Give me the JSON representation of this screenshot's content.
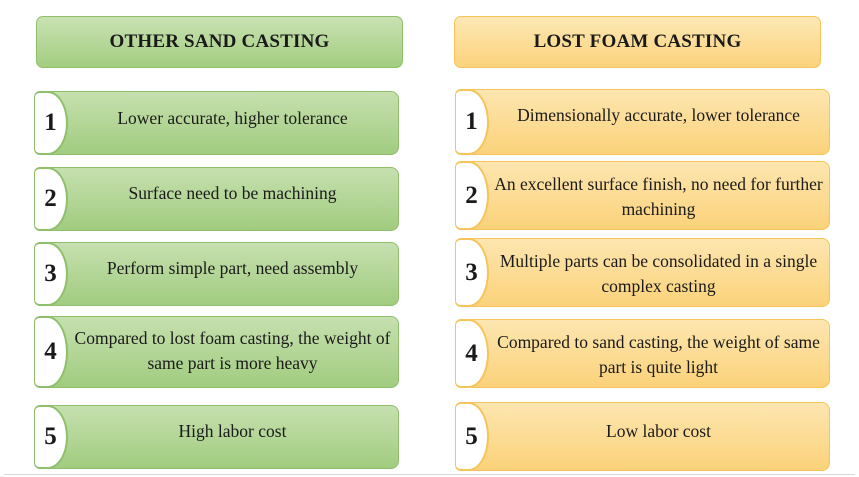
{
  "left": {
    "title": "OTHER SAND CASTING",
    "items": [
      {
        "number": "1",
        "text": "Lower accurate, higher tolerance"
      },
      {
        "number": "2",
        "text": "Surface need to be machining"
      },
      {
        "number": "3",
        "text": "Perform simple part, need assembly"
      },
      {
        "number": "4",
        "text": "Compared to lost foam casting, the weight of same part is more heavy"
      },
      {
        "number": "5",
        "text": "High labor cost"
      }
    ]
  },
  "right": {
    "title": "LOST FOAM CASTING",
    "items": [
      {
        "number": "1",
        "text": "Dimensionally accurate, lower tolerance"
      },
      {
        "number": "2",
        "text": "An excellent surface finish, no need for further machining"
      },
      {
        "number": "3",
        "text": "Multiple parts can be consolidated in a single complex casting"
      },
      {
        "number": "4",
        "text": "Compared to sand casting, the weight of same part is quite light"
      },
      {
        "number": "5",
        "text": "Low labor cost"
      }
    ]
  },
  "colors": {
    "green": "#a3cd81",
    "yellow": "#fbd37c"
  }
}
